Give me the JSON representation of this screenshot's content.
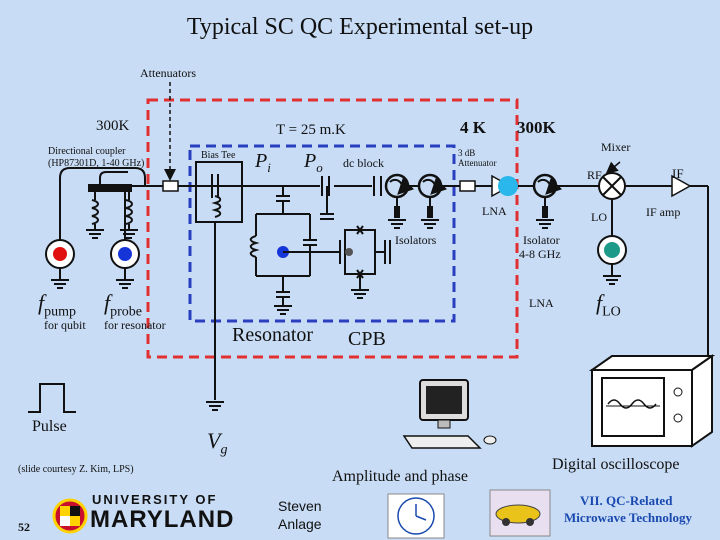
{
  "title": "Typical SC QC Experimental set-up",
  "labels": {
    "attenuators": "Attenuators",
    "k300_left": "300K",
    "coupler_line1": "Directional coupler",
    "coupler_line2": "(HP87301D, 1-40 GHz)",
    "bias_tee": "Bias Tee",
    "t25mk": "T = 25 m.K",
    "pi_main": "P",
    "pi_sub": "i",
    "po_main": "P",
    "po_sub": "o",
    "dc_block": "dc block",
    "k4": "4 K",
    "k300_right": "300K",
    "atten3db_line1": "3 dB",
    "atten3db_line2": "Attenuator",
    "mixer": "Mixer",
    "rf": "RF",
    "if": "IF",
    "lna_top": "LNA",
    "lo": "LO",
    "if_amp": "IF amp",
    "isolators": "Isolators",
    "isolator_line1": "Isolator",
    "isolator_line2": "4-8 GHz",
    "fpump_main": "f",
    "fpump_sub": "pump",
    "fprobe_main": "f",
    "fprobe_sub": "probe",
    "for_qubit": "for qubit",
    "for_resonator": "for resonator",
    "lna_bottom": "LNA",
    "flo_main": "f",
    "flo_sub": "LO",
    "resonator": "Resonator",
    "cpb": "CPB",
    "pulse": "Pulse",
    "vg_main": "V",
    "vg_sub": "g",
    "amplitude_phase": "Amplitude and phase",
    "digital_osc": "Digital oscilloscope",
    "courtesy": "(slide courtesy Z. Kim, LPS)",
    "slide_number": "52",
    "university_top": "UNIVERSITY OF",
    "university_name": "MARYLAND",
    "author_line1": "Steven",
    "author_line2": "Anlage",
    "course_line1": "VII. QC-Related",
    "course_line2": "Microwave Technology"
  },
  "colors": {
    "background": "#c8dcf5",
    "red_box": "#e03030",
    "blue_box": "#2a3fbf",
    "lna_fill": "#29b7ec",
    "source_red": "#e01010",
    "source_blue": "#1535d8",
    "lo_fill": "#1e9a88",
    "course_text": "#1a4ab0"
  },
  "icons": [
    "attenuator-arrow-icon",
    "inductor-icon",
    "circulator-icon",
    "capacitor-icon",
    "ground-icon",
    "mixer-icon",
    "amplifier-icon",
    "computer-icon",
    "oscilloscope-icon",
    "maryland-seal-icon"
  ]
}
